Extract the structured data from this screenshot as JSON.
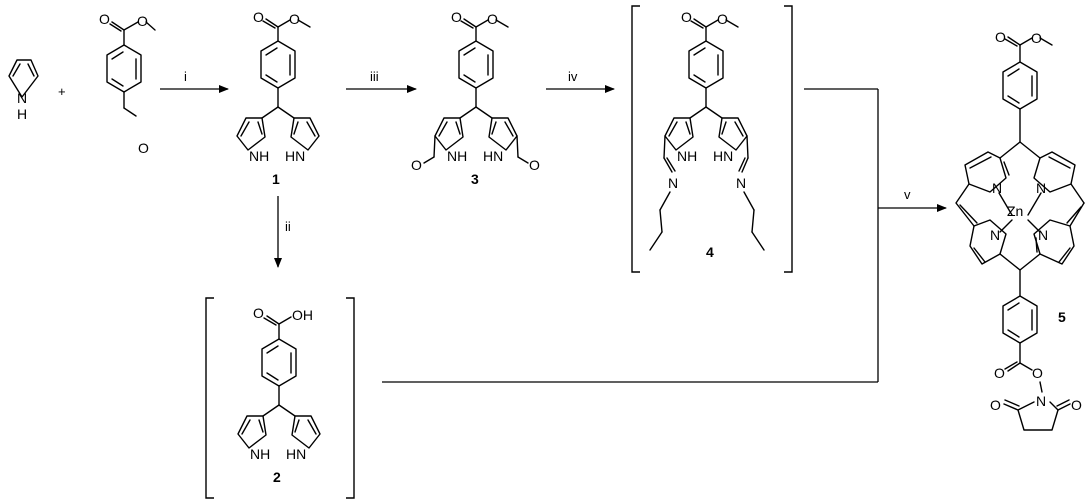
{
  "atoms": {
    "nh": "NH",
    "hn": "HN",
    "h": "H",
    "n": "N",
    "zn": "Zn",
    "oh": "OH",
    "o": "O"
  },
  "operators": {
    "plus": "+"
  },
  "reagents": {
    "i": "i",
    "ii": "ii",
    "iii": "iii",
    "iv": "iv",
    "v": "v"
  },
  "compounds": {
    "c1": "1",
    "c2": "2",
    "c3": "3",
    "c4": "4",
    "c5": "5"
  }
}
